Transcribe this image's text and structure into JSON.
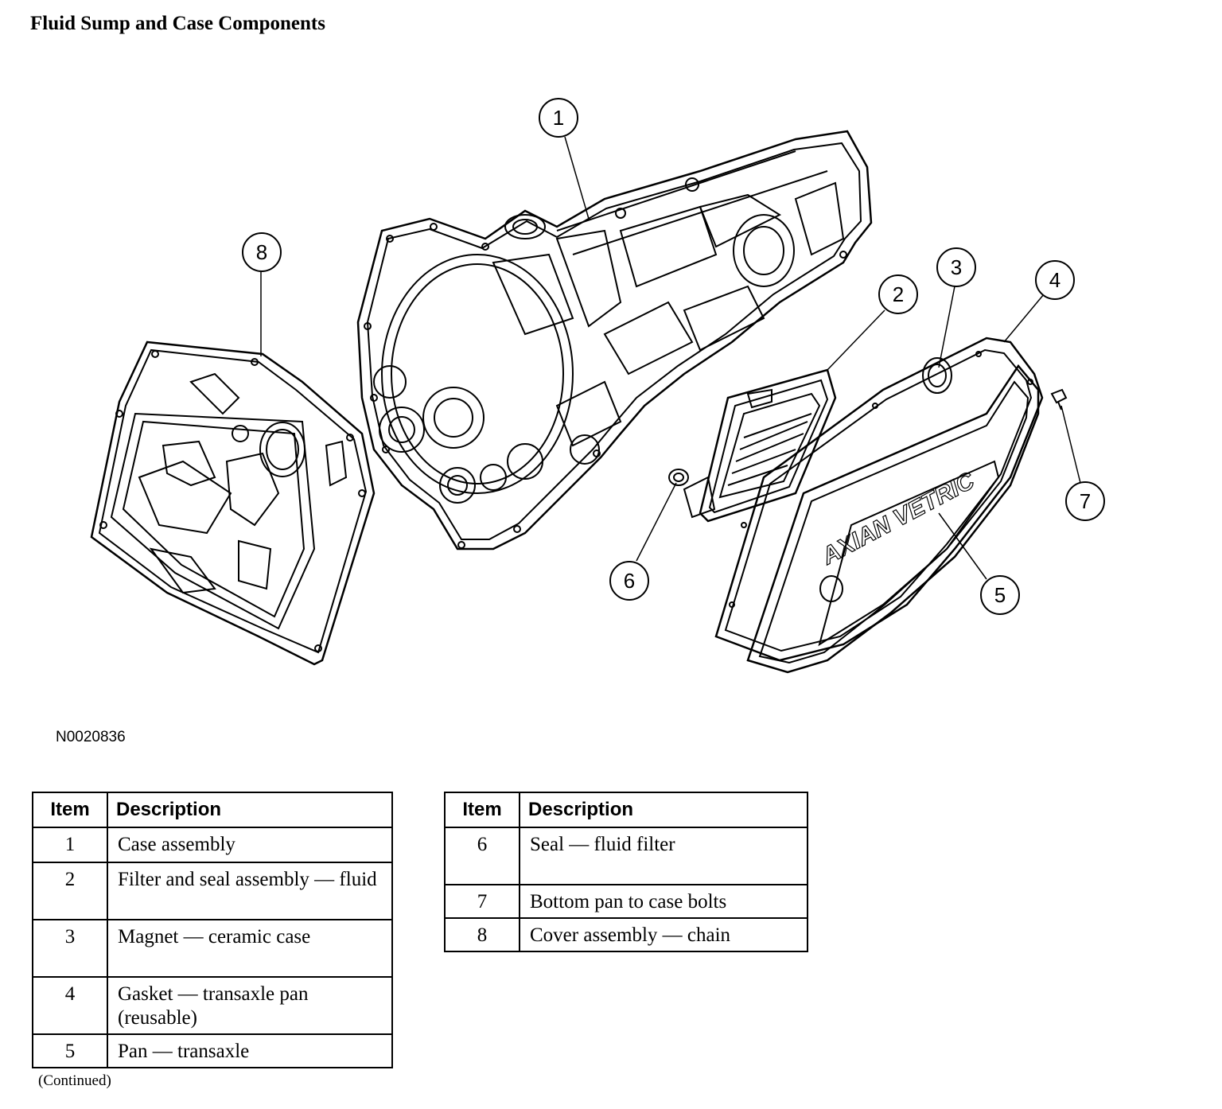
{
  "title": "Fluid Sump and Case Components",
  "figure_id": "N0020836",
  "callouts": [
    "1",
    "2",
    "3",
    "4",
    "5",
    "6",
    "7",
    "8"
  ],
  "pan_text": "AXIAN VETRIC",
  "table_headers": {
    "item": "Item",
    "description": "Description"
  },
  "table_left": [
    {
      "item": "1",
      "description": "Case assembly"
    },
    {
      "item": "2",
      "description": "Filter and seal assembly — fluid"
    },
    {
      "item": "3",
      "description": "Magnet — ceramic case"
    },
    {
      "item": "4",
      "description": "Gasket — transaxle pan (reusable)"
    },
    {
      "item": "5",
      "description": "Pan — transaxle"
    }
  ],
  "table_right": [
    {
      "item": "6",
      "description": "Seal — fluid filter"
    },
    {
      "item": "7",
      "description": "Bottom pan to case bolts"
    },
    {
      "item": "8",
      "description": "Cover assembly — chain"
    }
  ],
  "continued": "(Continued)"
}
